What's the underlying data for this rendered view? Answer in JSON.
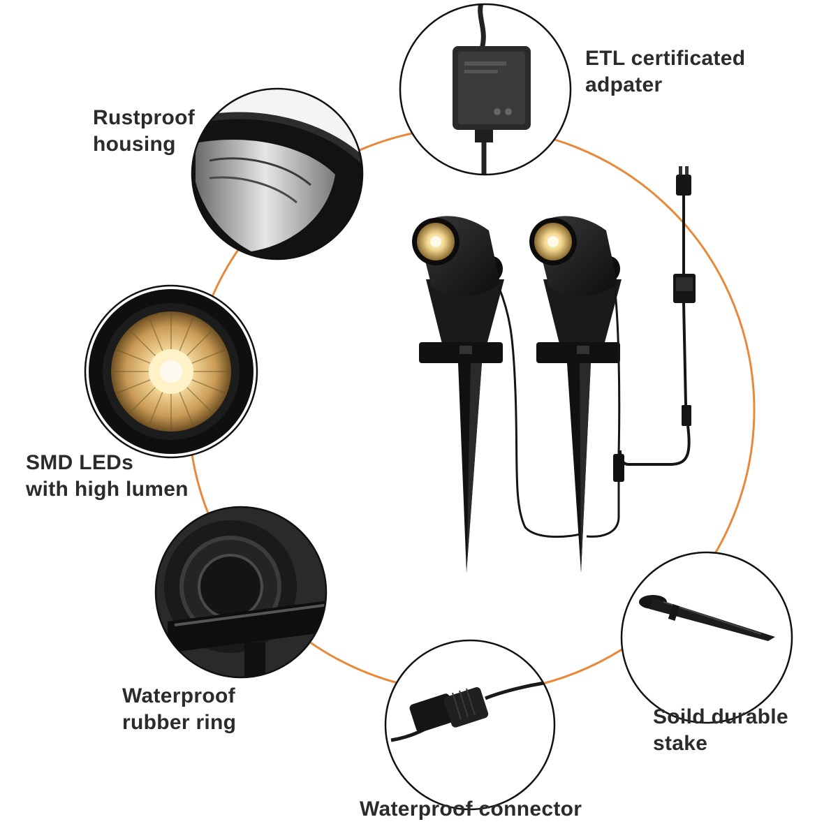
{
  "colors": {
    "accent_ring": "#e8893a",
    "text": "#2b2b2b",
    "fixture": "#151515",
    "led_glow": "#f2d08a"
  },
  "features": [
    {
      "id": "adapter",
      "icon": "adapter-icon",
      "lines": [
        "ETL certificated",
        "adpater"
      ]
    },
    {
      "id": "housing",
      "icon": "housing-icon",
      "lines": [
        "Rustproof",
        "housing"
      ]
    },
    {
      "id": "leds",
      "icon": "led-icon",
      "lines": [
        "SMD LEDs",
        "with high lumen"
      ]
    },
    {
      "id": "ring",
      "icon": "rubber-ring-icon",
      "lines": [
        "Waterproof",
        "rubber ring"
      ]
    },
    {
      "id": "connector",
      "icon": "connector-icon",
      "lines": [
        "Waterproof connector"
      ]
    },
    {
      "id": "stake",
      "icon": "stake-icon",
      "lines": [
        "Soild durable",
        "stake"
      ]
    }
  ]
}
